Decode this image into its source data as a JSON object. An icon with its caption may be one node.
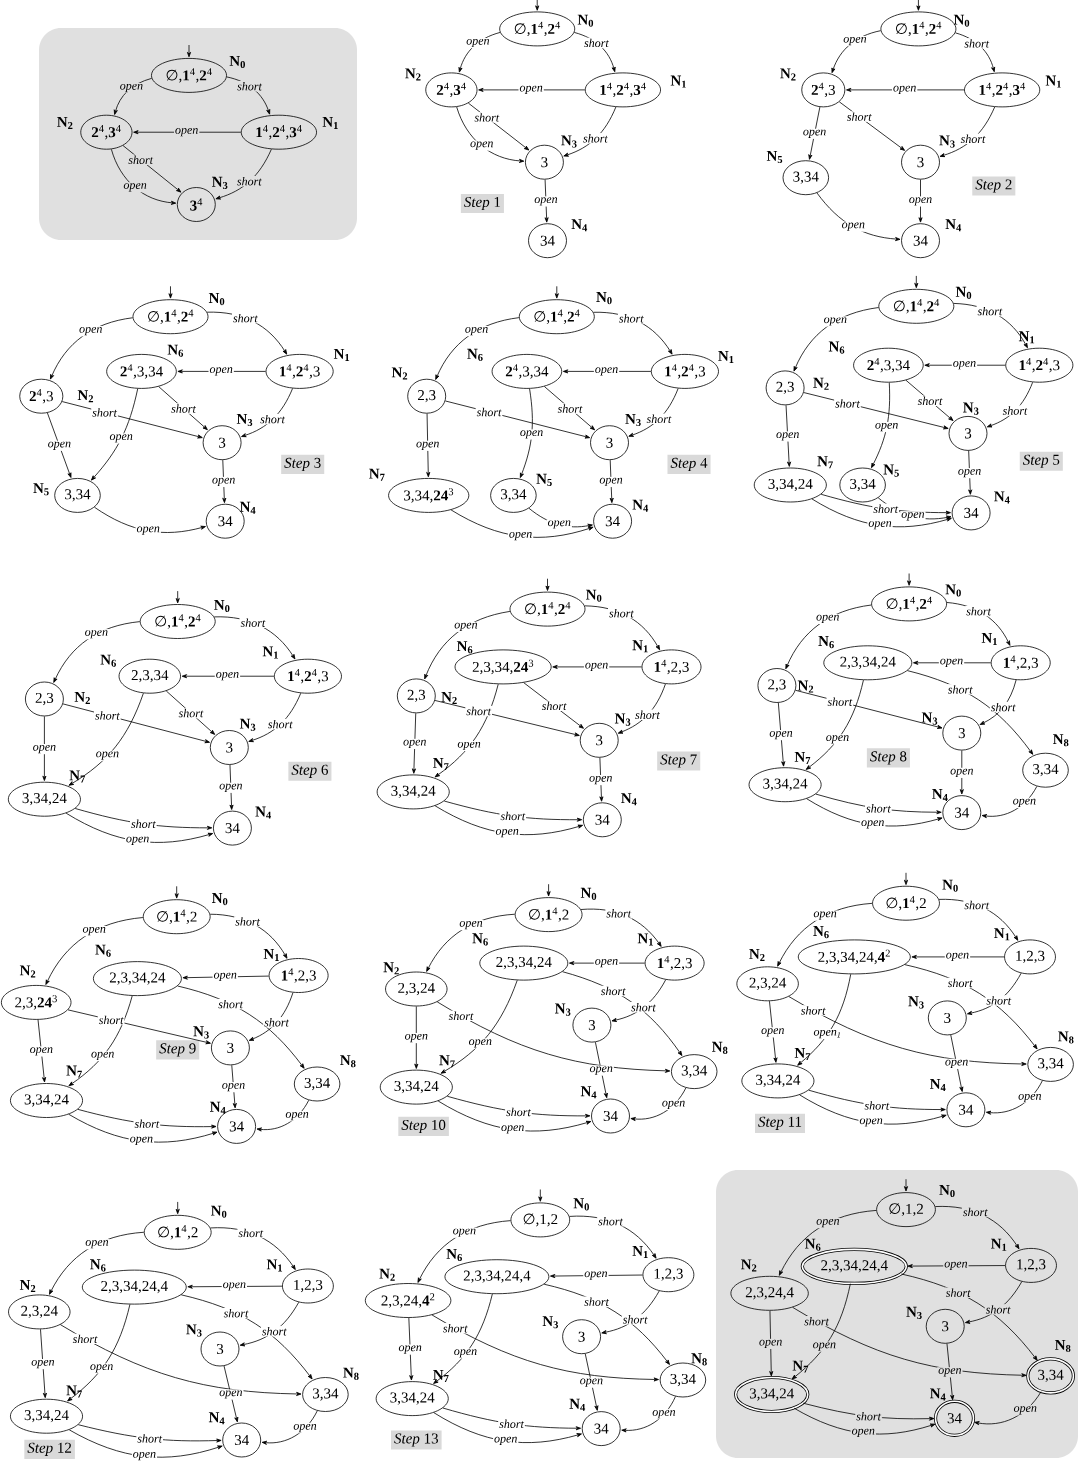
{
  "diagram": {
    "nodes": [
      {
        "text": [],
        "shape": "box"
      },
      {
        "text": [
          "∅,**1**$^{4}$,**2**$^{4}$"
        ],
        "beside": [
          "N$_{0}$"
        ],
        "in": 0
      },
      {
        "text": [
          "**1**$^{4}$,**2**$^{4}$,**3**$^{4}$"
        ],
        "beside": [
          "N$_{1}$"
        ],
        "in": 0
      },
      {
        "text": [
          "**2**$^{4}$,**3**$^{4}$"
        ],
        "beside": [
          "N$_{2}$"
        ],
        "in": 0
      },
      {
        "text": [
          "**3**$^{4}$"
        ],
        "beside": [
          "N$_{3}$"
        ],
        "in": 0
      },
      {
        "text": [
          "∅,**1**$^{4}$,**2**$^{4}$"
        ],
        "beside": [
          "N$_{0}$"
        ]
      },
      {
        "text": [
          "**1**$^{4}$,**2**$^{4}$,**3**$^{4}$"
        ],
        "beside": [
          "N$_{1}$"
        ]
      },
      {
        "text": [
          "**2**$^{4}$,**3**$^{4}$"
        ],
        "beside": [
          "N$_{2}$"
        ]
      },
      {
        "text": [
          "3"
        ],
        "beside": [
          "N$_{3}$"
        ]
      },
      {
        "text": [
          "34"
        ],
        "beside": [
          "N$_{4}$"
        ]
      },
      {
        "text": [
          "*Step* 1"
        ]
      },
      {
        "text": [
          "∅,**1**$^{4}$,**2**$^{4}$"
        ],
        "beside": [
          "N$_{0}$"
        ]
      },
      {
        "text": [
          "**1**$^{4}$,**2**$^{4}$,**3**$^{4}$"
        ],
        "beside": [
          "N$_{1}$"
        ]
      },
      {
        "text": [
          "**2**$^{4}$,3"
        ],
        "beside": [
          "N$_{2}$"
        ]
      },
      {
        "text": [
          "3"
        ],
        "beside": [
          "N$_{3}$"
        ]
      },
      {
        "text": [
          "34"
        ],
        "beside": [
          "N$_{4}$"
        ]
      },
      {
        "text": [
          "3,34"
        ],
        "beside": [
          "N$_{5}$"
        ]
      },
      {
        "text": [
          "*Step* 2"
        ]
      },
      {
        "text": [
          "∅,**1**$^{4}$,**2**$^{4}$"
        ],
        "beside": [
          "N$_{0}$"
        ]
      },
      {
        "text": [
          "**1**$^{4}$,**2**$^{4}$,3"
        ],
        "beside": [
          "N$_{1}$"
        ]
      },
      {
        "text": [
          "**2**$^{4}$,3"
        ],
        "beside": [
          "N$_{2}$"
        ]
      },
      {
        "text": [
          "3"
        ],
        "beside": [
          "N$_{3}$"
        ]
      },
      {
        "text": [
          "34"
        ],
        "beside": [
          "N$_{4}$"
        ]
      },
      {
        "text": [
          "3,34"
        ],
        "beside": [
          "N$_{5}$"
        ]
      },
      {
        "text": [
          "**2**$^{4}$,3,34"
        ],
        "beside": [
          "N$_{6}$"
        ]
      },
      {
        "text": [
          "*Step* 3"
        ]
      },
      {
        "text": [
          "∅,**1**$^{4}$,**2**$^{4}$"
        ],
        "beside": [
          "N$_{0}$"
        ]
      },
      {
        "text": [
          "**1**$^{4}$,**2**$^{4}$,3"
        ],
        "beside": [
          "N$_{1}$"
        ]
      },
      {
        "text": [
          "2,3"
        ],
        "beside": [
          "N$_{2}$"
        ]
      },
      {
        "text": [
          "3"
        ],
        "beside": [
          "N$_{3}$"
        ]
      },
      {
        "text": [
          "34"
        ],
        "beside": [
          "N$_{4}$"
        ]
      },
      {
        "text": [
          "3,34"
        ],
        "beside": [
          "N$_{5}$"
        ]
      },
      {
        "text": [
          "**2**$^{4}$,3,34"
        ],
        "beside": [
          "N$_{6}$"
        ]
      },
      {
        "text": [
          "3,34,**24**$^{3}$"
        ],
        "beside": [
          "N$_{7}$"
        ]
      },
      {
        "text": [
          "*Step* 4"
        ]
      },
      {
        "text": [
          "∅,**1**$^{4}$,**2**$^{4}$"
        ],
        "beside": [
          "N$_{0}$"
        ]
      },
      {
        "text": [
          "**1**$^{4}$,**2**$^{4}$,3"
        ],
        "beside": [
          "N$_{1}$"
        ]
      },
      {
        "text": [
          "2,3"
        ],
        "beside": [
          "N$_{2}$"
        ]
      },
      {
        "text": [
          "3"
        ],
        "beside": [
          "N$_{3}$"
        ]
      },
      {
        "text": [
          "34"
        ],
        "beside": [
          "N$_{4}$"
        ]
      },
      {
        "text": [
          "3,34"
        ],
        "beside": [
          "N$_{5}$"
        ]
      },
      {
        "text": [
          "**2**$^{4}$,3,34"
        ],
        "beside": [
          "N$_{6}$"
        ]
      },
      {
        "text": [
          "3,34,24"
        ],
        "beside": [
          "N$_{7}$"
        ]
      },
      {
        "text": [
          "*Step* 5"
        ]
      },
      {
        "text": [
          "∅,**1**$^{4}$,**2**$^{4}$"
        ],
        "beside": [
          "N$_{0}$"
        ]
      },
      {
        "text": [
          "**1**$^{4}$,**2**$^{4}$,3"
        ],
        "beside": [
          "N$_{1}$"
        ]
      },
      {
        "text": [
          "2,3"
        ],
        "beside": [
          "N$_{2}$"
        ]
      },
      {
        "text": [
          "3"
        ],
        "beside": [
          "N$_{3}$"
        ]
      },
      {
        "text": [
          "34"
        ],
        "beside": [
          "N$_{4}$"
        ]
      },
      {
        "text": [
          "2,3,34"
        ],
        "beside": [
          "N$_{6}$"
        ]
      },
      {
        "text": [
          "3,34,24"
        ],
        "beside": [
          "N$_{7}$"
        ]
      },
      {
        "text": [
          "*Step* 6"
        ]
      },
      {
        "text": [
          "∅,**1**$^{4}$,**2**$^{4}$"
        ],
        "beside": [
          "N$_{0}$"
        ]
      },
      {
        "text": [
          "**1**$^{4}$,2,3"
        ],
        "beside": [
          "N$_{1}$"
        ]
      },
      {
        "text": [
          "2,3"
        ],
        "beside": [
          "N$_{2}$"
        ]
      },
      {
        "text": [
          "3"
        ],
        "beside": [
          "N$_{3}$"
        ]
      },
      {
        "text": [
          "34"
        ],
        "beside": [
          "N$_{4}$"
        ]
      },
      {
        "text": [
          "2,3,34,**24**$^{3}$"
        ],
        "beside": [
          "N$_{6}$"
        ]
      },
      {
        "text": [
          "3,34,24"
        ],
        "beside": [
          "N$_{7}$"
        ]
      },
      {
        "text": [
          "*Step* 7"
        ]
      },
      {
        "text": [
          "∅,**1**$^{4}$,**2**$^{4}$"
        ],
        "beside": [
          "N$_{0}$"
        ]
      },
      {
        "text": [
          "**1**$^{4}$,2,3"
        ],
        "beside": [
          "N$_{1}$"
        ]
      },
      {
        "text": [
          "2,3"
        ],
        "beside": [
          "N$_{2}$"
        ]
      },
      {
        "text": [
          "3"
        ],
        "beside": [
          "N$_{3}$"
        ]
      },
      {
        "text": [
          "34"
        ],
        "beside": [
          "N$_{4}$"
        ]
      },
      {
        "text": [
          "2,3,34,24"
        ],
        "beside": [
          "N$_{6}$"
        ]
      },
      {
        "text": [
          "3,34,24"
        ],
        "beside": [
          "N$_{7}$"
        ]
      },
      {
        "text": [
          "3,34"
        ],
        "beside": [
          "N$_{8}$"
        ]
      },
      {
        "text": [
          "*Step* 8"
        ]
      },
      {
        "text": [
          "∅,**1**$^{4}$,2"
        ],
        "beside": [
          "N$_{0}$"
        ]
      },
      {
        "text": [
          "**1**$^{4}$,2,3"
        ],
        "beside": [
          "N$_{1}$"
        ]
      },
      {
        "text": [
          "2,3,**24**$^{3}$"
        ],
        "beside": [
          "N$_{2}$"
        ]
      },
      {
        "text": [
          "3"
        ],
        "beside": [
          "N$_{3}$"
        ]
      },
      {
        "text": [
          "34"
        ],
        "beside": [
          "N$_{4}$"
        ]
      },
      {
        "text": [
          "2,3,34,24"
        ],
        "beside": [
          "N$_{6}$"
        ]
      },
      {
        "text": [
          "3,34,24"
        ],
        "beside": [
          "N$_{7}$"
        ]
      },
      {
        "text": [
          "3,34"
        ],
        "beside": [
          "N$_{8}$"
        ]
      },
      {
        "text": [
          "*Step* 9"
        ]
      },
      {
        "text": [
          "∅,**1**$^{4}$,2"
        ],
        "beside": [
          "N$_{0}$"
        ]
      },
      {
        "text": [
          "**1**$^{4}$,2,3"
        ],
        "beside": [
          "N$_{1}$"
        ]
      },
      {
        "text": [
          "2,3,24"
        ],
        "beside": [
          "N$_{2}$"
        ]
      },
      {
        "text": [
          "3"
        ],
        "beside": [
          "N$_{3}$"
        ]
      },
      {
        "text": [
          "34"
        ],
        "beside": [
          "N$_{4}$"
        ]
      },
      {
        "text": [
          "2,3,34,24"
        ],
        "beside": [
          "N$_{6}$"
        ]
      },
      {
        "text": [
          "3,34,24"
        ],
        "beside": [
          "N$_{7}$"
        ]
      },
      {
        "text": [
          "3,34"
        ],
        "beside": [
          "N$_{8}$"
        ]
      },
      {
        "text": [
          "*Step* 10"
        ]
      },
      {
        "text": [
          "∅,**1**$^{4}$,2"
        ],
        "beside": [
          "N$_{0}$"
        ]
      },
      {
        "text": [
          "1,2,3"
        ],
        "beside": [
          "N$_{1}$"
        ]
      },
      {
        "text": [
          "2,3,24"
        ],
        "beside": [
          "N$_{2}$"
        ]
      },
      {
        "text": [
          "3"
        ],
        "beside": [
          "N$_{3}$"
        ]
      },
      {
        "text": [
          "34"
        ],
        "beside": [
          "N$_{4}$"
        ]
      },
      {
        "text": [
          "2,3,34,24,**4**$^{2}$"
        ],
        "beside": [
          "N$_{6}$"
        ]
      },
      {
        "text": [
          "3,34,24"
        ],
        "beside": [
          "N$_{7}$"
        ]
      },
      {
        "text": [
          "3,34"
        ],
        "beside": [
          "N$_{8}$"
        ]
      },
      {
        "text": [
          "*Step* 11"
        ]
      },
      {
        "text": [
          "∅,**1**$^{4}$,2"
        ],
        "beside": [
          "N$_{0}$"
        ]
      },
      {
        "text": [
          "1,2,3"
        ],
        "beside": [
          "N$_{1}$"
        ]
      },
      {
        "text": [
          "2,3,24"
        ],
        "beside": [
          "N$_{2}$"
        ]
      },
      {
        "text": [
          "3"
        ],
        "beside": [
          "N$_{3}$"
        ]
      },
      {
        "text": [
          "34"
        ],
        "beside": [
          "N$_{4}$"
        ]
      },
      {
        "text": [
          "2,3,34,24,4"
        ],
        "beside": [
          "N$_{6}$"
        ]
      },
      {
        "text": [
          "3,34,24"
        ],
        "beside": [
          "N$_{7}$"
        ]
      },
      {
        "text": [
          "3,34"
        ],
        "beside": [
          "N$_{8}$"
        ]
      },
      {
        "text": [
          "*Step* 12"
        ]
      },
      {
        "text": [
          "∅,1,2"
        ],
        "beside": [
          "N$_{0}$"
        ]
      },
      {
        "text": [
          "1,2,3"
        ],
        "beside": [
          "N$_{1}$"
        ]
      },
      {
        "text": [
          "2,3,24,**4**$^{2}$"
        ],
        "beside": [
          "N$_{2}$"
        ]
      },
      {
        "text": [
          "3"
        ],
        "beside": [
          "N$_{3}$"
        ]
      },
      {
        "text": [
          "34"
        ],
        "beside": [
          "N$_{4}$"
        ]
      },
      {
        "text": [
          "2,3,34,24,4"
        ],
        "beside": [
          "N$_{6}$"
        ]
      },
      {
        "text": [
          "3,34,24"
        ],
        "beside": [
          "N$_{7}$"
        ]
      },
      {
        "text": [
          "3,34"
        ],
        "beside": [
          "N$_{8}$"
        ]
      },
      {
        "text": [
          "*Step* 13"
        ]
      },
      {
        "text": [],
        "shape": "box"
      },
      {
        "text": [
          "∅,1,2"
        ],
        "beside": [
          "N$_{0}$"
        ],
        "in": 114
      },
      {
        "text": [
          "1,2,3"
        ],
        "beside": [
          "N$_{1}$"
        ],
        "in": 114
      },
      {
        "text": [
          "2,3,24,4"
        ],
        "beside": [
          "N$_{2}$"
        ],
        "in": 114
      },
      {
        "text": [
          "3"
        ],
        "beside": [
          "N$_{3}$"
        ],
        "in": 114
      },
      {
        "text": [
          "34"
        ],
        "beside": [
          "N$_{4}$"
        ],
        "in": 114
      },
      {
        "text": [
          "2,3,34,24,4"
        ],
        "beside": [
          "N$_{6}$"
        ],
        "in": 114
      },
      {
        "text": [
          "3,34,24"
        ],
        "beside": [
          "N$_{7}$"
        ],
        "in": 114
      },
      {
        "text": [
          "3,34"
        ],
        "beside": [
          "N$_{8}$"
        ],
        "in": 114
      }
    ],
    "edges": [
      {
        "from": null,
        "to": 1,
        "arrow": "to"
      },
      {
        "from": 1,
        "to": 3,
        "label": "open",
        "arrow": "to"
      },
      {
        "from": 1,
        "to": 2,
        "label": "short",
        "arrow": "to"
      },
      {
        "from": 2,
        "to": 3,
        "label": "open",
        "arrow": "to"
      },
      {
        "from": 3,
        "to": 4,
        "label": "short",
        "arrow": "to"
      },
      {
        "from": 3,
        "to": 4,
        "label": "open",
        "arrow": "to"
      },
      {
        "from": 2,
        "to": 4,
        "label": "short",
        "arrow": "to"
      },
      {
        "from": null,
        "to": 5,
        "arrow": "to"
      },
      {
        "from": 5,
        "to": 7,
        "label": "open",
        "arrow": "to"
      },
      {
        "from": 5,
        "to": 6,
        "label": "short",
        "arrow": "to"
      },
      {
        "from": 6,
        "to": 7,
        "label": "open",
        "arrow": "to"
      },
      {
        "from": 7,
        "to": 8,
        "label": "short",
        "arrow": "to"
      },
      {
        "from": 7,
        "to": 8,
        "label": "open",
        "arrow": "to"
      },
      {
        "from": 6,
        "to": 8,
        "label": "short",
        "arrow": "to"
      },
      {
        "from": 8,
        "to": 9,
        "label": "open",
        "arrow": "to"
      },
      {
        "from": null,
        "to": 11,
        "arrow": "to"
      },
      {
        "from": 11,
        "to": 13,
        "label": "open",
        "arrow": "to"
      },
      {
        "from": 11,
        "to": 12,
        "label": "short",
        "arrow": "to"
      },
      {
        "from": 12,
        "to": 13,
        "label": "open",
        "arrow": "to"
      },
      {
        "from": 13,
        "to": 16,
        "label": "open",
        "arrow": "to"
      },
      {
        "from": 13,
        "to": 14,
        "label": "short",
        "arrow": "to"
      },
      {
        "from": 12,
        "to": 14,
        "label": "short",
        "arrow": "to"
      },
      {
        "from": 14,
        "to": 15,
        "label": "open",
        "arrow": "to"
      },
      {
        "from": 16,
        "to": 15,
        "label": "open",
        "arrow": "to"
      },
      {
        "from": null,
        "to": 18,
        "arrow": "to"
      },
      {
        "from": 18,
        "to": 20,
        "label": "open",
        "arrow": "to"
      },
      {
        "from": 18,
        "to": 19,
        "label": "short",
        "arrow": "to"
      },
      {
        "from": 19,
        "to": 24,
        "label": "open",
        "arrow": "to"
      },
      {
        "from": 20,
        "to": 23,
        "label": "open",
        "arrow": "to"
      },
      {
        "from": 20,
        "to": 21,
        "label": "short",
        "arrow": "to"
      },
      {
        "from": 24,
        "to": 23,
        "label": "open",
        "arrow": "to"
      },
      {
        "from": 24,
        "to": 21,
        "label": "short",
        "arrow": "to"
      },
      {
        "from": 19,
        "to": 21,
        "label": "short",
        "arrow": "to"
      },
      {
        "from": 21,
        "to": 22,
        "label": "open",
        "arrow": "to"
      },
      {
        "from": 23,
        "to": 22,
        "label": "open",
        "arrow": "to"
      },
      {
        "from": null,
        "to": 26,
        "arrow": "to"
      },
      {
        "from": 26,
        "to": 28,
        "label": "open",
        "arrow": "to"
      },
      {
        "from": 26,
        "to": 27,
        "label": "short",
        "arrow": "to"
      },
      {
        "from": 27,
        "to": 32,
        "label": "open",
        "arrow": "to"
      },
      {
        "from": 32,
        "to": 31,
        "label": "open",
        "arrow": "to"
      },
      {
        "from": 32,
        "to": 29,
        "label": "short",
        "arrow": "to"
      },
      {
        "from": 28,
        "to": 29,
        "label": "short",
        "arrow": "to"
      },
      {
        "from": 27,
        "to": 29,
        "label": "short",
        "arrow": "to"
      },
      {
        "from": 28,
        "to": 33,
        "label": "open",
        "arrow": "to"
      },
      {
        "from": 29,
        "to": 30,
        "label": "open",
        "arrow": "to"
      },
      {
        "from": 31,
        "to": 30,
        "label": "open",
        "arrow": "to"
      },
      {
        "from": 33,
        "to": 30,
        "label": "open",
        "arrow": "to"
      },
      {
        "from": null,
        "to": 35,
        "arrow": "to"
      },
      {
        "from": 35,
        "to": 37,
        "label": "open",
        "arrow": "to"
      },
      {
        "from": 35,
        "to": 36,
        "label": "short",
        "arrow": "to"
      },
      {
        "from": 36,
        "to": 41,
        "label": "open",
        "arrow": "to"
      },
      {
        "from": 41,
        "to": 40,
        "label": "open",
        "arrow": "to"
      },
      {
        "from": 41,
        "to": 38,
        "label": "short",
        "arrow": "to"
      },
      {
        "from": 37,
        "to": 38,
        "label": "short",
        "arrow": "to"
      },
      {
        "from": 36,
        "to": 38,
        "label": "short",
        "arrow": "to"
      },
      {
        "from": 37,
        "to": 42,
        "label": "open",
        "arrow": "to"
      },
      {
        "from": 38,
        "to": 39,
        "label": "open",
        "arrow": "to"
      },
      {
        "from": 40,
        "to": 39,
        "label": "open",
        "arrow": "to"
      },
      {
        "from": 42,
        "to": 39,
        "label": "short",
        "arrow": "to"
      },
      {
        "from": 42,
        "to": 39,
        "label": "open",
        "arrow": "to"
      },
      {
        "from": null,
        "to": 44,
        "arrow": "to"
      },
      {
        "from": 44,
        "to": 46,
        "label": "open",
        "arrow": "to"
      },
      {
        "from": 44,
        "to": 45,
        "label": "short",
        "arrow": "to"
      },
      {
        "from": 45,
        "to": 49,
        "label": "open",
        "arrow": "to"
      },
      {
        "from": 49,
        "to": 50,
        "label": "open",
        "arrow": "to"
      },
      {
        "from": 49,
        "to": 47,
        "label": "short",
        "arrow": "to"
      },
      {
        "from": 46,
        "to": 47,
        "label": "short",
        "arrow": "to"
      },
      {
        "from": 45,
        "to": 47,
        "label": "short",
        "arrow": "to"
      },
      {
        "from": 46,
        "to": 50,
        "label": "open",
        "arrow": "to"
      },
      {
        "from": 47,
        "to": 48,
        "label": "open",
        "arrow": "to"
      },
      {
        "from": 50,
        "to": 48,
        "label": "short",
        "arrow": "to"
      },
      {
        "from": 50,
        "to": 48,
        "label": "open",
        "arrow": "to"
      },
      {
        "from": null,
        "to": 52,
        "arrow": "to"
      },
      {
        "from": 52,
        "to": 54,
        "label": "open",
        "arrow": "to"
      },
      {
        "from": 52,
        "to": 53,
        "label": "short",
        "arrow": "to"
      },
      {
        "from": 53,
        "to": 57,
        "label": "open",
        "arrow": "to"
      },
      {
        "from": 57,
        "to": 58,
        "label": "open",
        "arrow": "to"
      },
      {
        "from": 57,
        "to": 55,
        "label": "short",
        "arrow": "to"
      },
      {
        "from": 54,
        "to": 55,
        "label": "short",
        "arrow": "to"
      },
      {
        "from": 53,
        "to": 55,
        "label": "short",
        "arrow": "to"
      },
      {
        "from": 54,
        "to": 58,
        "label": "open",
        "arrow": "to"
      },
      {
        "from": 55,
        "to": 56,
        "label": "open",
        "arrow": "to"
      },
      {
        "from": 58,
        "to": 56,
        "label": "short",
        "arrow": "to"
      },
      {
        "from": 58,
        "to": 56,
        "label": "open",
        "arrow": "to"
      },
      {
        "from": null,
        "to": 60,
        "arrow": "to"
      },
      {
        "from": 60,
        "to": 62,
        "label": "open",
        "arrow": "to"
      },
      {
        "from": 60,
        "to": 61,
        "label": "short",
        "arrow": "to"
      },
      {
        "from": 61,
        "to": 65,
        "label": "open",
        "arrow": "to"
      },
      {
        "from": 65,
        "to": 66,
        "label": "open",
        "arrow": "to"
      },
      {
        "from": 65,
        "to": 67,
        "label": "short",
        "arrow": "to"
      },
      {
        "from": 62,
        "to": 63,
        "label": "short",
        "arrow": "to"
      },
      {
        "from": 61,
        "to": 63,
        "label": "short",
        "arrow": "to"
      },
      {
        "from": 62,
        "to": 66,
        "label": "open",
        "arrow": "to"
      },
      {
        "from": 63,
        "to": 64,
        "label": "open",
        "arrow": "to"
      },
      {
        "from": 66,
        "to": 64,
        "label": "short",
        "arrow": "to"
      },
      {
        "from": 66,
        "to": 64,
        "label": "open",
        "arrow": "to"
      },
      {
        "from": 67,
        "to": 64,
        "label": "open",
        "arrow": "to"
      },
      {
        "from": null,
        "to": 69,
        "arrow": "to"
      },
      {
        "from": 69,
        "to": 71,
        "label": "open",
        "arrow": "to"
      },
      {
        "from": 69,
        "to": 70,
        "label": "short",
        "arrow": "to"
      },
      {
        "from": 70,
        "to": 74,
        "label": "open",
        "arrow": "to"
      },
      {
        "from": 74,
        "to": 75,
        "label": "open",
        "arrow": "to"
      },
      {
        "from": 74,
        "to": 76,
        "label": "short",
        "arrow": "to"
      },
      {
        "from": 71,
        "to": 72,
        "label": "short",
        "arrow": "to"
      },
      {
        "from": 70,
        "to": 72,
        "label": "short",
        "arrow": "to"
      },
      {
        "from": 71,
        "to": 75,
        "label": "open",
        "arrow": "to"
      },
      {
        "from": 72,
        "to": 73,
        "label": "open",
        "arrow": "to"
      },
      {
        "from": 75,
        "to": 73,
        "label": "short",
        "arrow": "to"
      },
      {
        "from": 75,
        "to": 73,
        "label": "open",
        "arrow": "to"
      },
      {
        "from": 76,
        "to": 73,
        "label": "open",
        "arrow": "to"
      },
      {
        "from": null,
        "to": 78,
        "arrow": "to"
      },
      {
        "from": 78,
        "to": 80,
        "label": "open",
        "arrow": "to"
      },
      {
        "from": 78,
        "to": 79,
        "label": "short",
        "arrow": "to"
      },
      {
        "from": 79,
        "to": 83,
        "label": "open",
        "arrow": "to"
      },
      {
        "from": 83,
        "to": 84,
        "label": "open",
        "arrow": "to"
      },
      {
        "from": 83,
        "to": 85,
        "label": "short",
        "arrow": "to"
      },
      {
        "from": 80,
        "to": 85,
        "label": "short",
        "arrow": "to"
      },
      {
        "from": 79,
        "to": 81,
        "label": "short",
        "arrow": "to"
      },
      {
        "from": 80,
        "to": 84,
        "label": "open",
        "arrow": "to"
      },
      {
        "from": 81,
        "to": 82,
        "label": "open",
        "arrow": "to"
      },
      {
        "from": 84,
        "to": 82,
        "label": "short",
        "arrow": "to"
      },
      {
        "from": 84,
        "to": 82,
        "label": "open",
        "arrow": "to"
      },
      {
        "from": 85,
        "to": 82,
        "label": "open",
        "arrow": "to"
      },
      {
        "from": null,
        "to": 87,
        "arrow": "to"
      },
      {
        "from": 87,
        "to": 89,
        "label": "open",
        "arrow": "to"
      },
      {
        "from": 87,
        "to": 88,
        "label": "short",
        "arrow": "to"
      },
      {
        "from": 88,
        "to": 92,
        "label": "open",
        "arrow": "to"
      },
      {
        "from": 92,
        "to": 93,
        "label": "open$_{1}$",
        "arrow": "to"
      },
      {
        "from": 92,
        "to": 94,
        "label": "short",
        "arrow": "to"
      },
      {
        "from": 89,
        "to": 94,
        "label": "short",
        "arrow": "to"
      },
      {
        "from": 88,
        "to": 90,
        "label": "short",
        "arrow": "to"
      },
      {
        "from": 89,
        "to": 93,
        "label": "open",
        "arrow": "to"
      },
      {
        "from": 90,
        "to": 91,
        "label": "open",
        "arrow": "to"
      },
      {
        "from": 93,
        "to": 91,
        "label": "short",
        "arrow": "to"
      },
      {
        "from": 93,
        "to": 91,
        "label": "open",
        "arrow": "to"
      },
      {
        "from": 94,
        "to": 91,
        "label": "open",
        "arrow": "to"
      },
      {
        "from": null,
        "to": 96,
        "arrow": "to"
      },
      {
        "from": 96,
        "to": 98,
        "label": "open",
        "arrow": "to"
      },
      {
        "from": 96,
        "to": 97,
        "label": "short",
        "arrow": "to"
      },
      {
        "from": 97,
        "to": 101,
        "label": "open",
        "arrow": "to"
      },
      {
        "from": 101,
        "to": 102,
        "label": "open",
        "arrow": "to"
      },
      {
        "from": 101,
        "to": 103,
        "label": "short",
        "arrow": "to"
      },
      {
        "from": 98,
        "to": 103,
        "label": "short",
        "arrow": "to"
      },
      {
        "from": 97,
        "to": 99,
        "label": "short",
        "arrow": "to"
      },
      {
        "from": 98,
        "to": 102,
        "label": "open",
        "arrow": "to"
      },
      {
        "from": 99,
        "to": 100,
        "label": "open",
        "arrow": "to"
      },
      {
        "from": 102,
        "to": 100,
        "label": "short",
        "arrow": "to"
      },
      {
        "from": 102,
        "to": 100,
        "label": "open",
        "arrow": "to"
      },
      {
        "from": 103,
        "to": 100,
        "label": "open",
        "arrow": "to"
      },
      {
        "from": null,
        "to": 105,
        "arrow": "to"
      },
      {
        "from": 105,
        "to": 107,
        "label": "open",
        "arrow": "to"
      },
      {
        "from": 105,
        "to": 106,
        "label": "short",
        "arrow": "to"
      },
      {
        "from": 106,
        "to": 110,
        "label": "open",
        "arrow": "to"
      },
      {
        "from": 110,
        "to": 111,
        "label": "open",
        "arrow": "to"
      },
      {
        "from": 110,
        "to": 112,
        "label": "short",
        "arrow": "to"
      },
      {
        "from": 107,
        "to": 112,
        "label": "short",
        "arrow": "to"
      },
      {
        "from": 106,
        "to": 108,
        "label": "short",
        "arrow": "to"
      },
      {
        "from": 107,
        "to": 111,
        "label": "open",
        "arrow": "to"
      },
      {
        "from": 108,
        "to": 109,
        "label": "open",
        "arrow": "to"
      },
      {
        "from": 111,
        "to": 109,
        "label": "short",
        "arrow": "to"
      },
      {
        "from": 111,
        "to": 109,
        "label": "open",
        "arrow": "to"
      },
      {
        "from": 112,
        "to": 109,
        "label": "open",
        "arrow": "to"
      },
      {
        "from": null,
        "to": 115,
        "arrow": "to"
      },
      {
        "from": 115,
        "to": 117,
        "label": "open",
        "arrow": "to"
      },
      {
        "from": 115,
        "to": 116,
        "label": "short",
        "arrow": "to"
      },
      {
        "from": 116,
        "to": 120,
        "label": "open",
        "arrow": "to"
      },
      {
        "from": 120,
        "to": 121,
        "label": "open",
        "arrow": "to"
      },
      {
        "from": 120,
        "to": 122,
        "label": "short",
        "arrow": "to"
      },
      {
        "from": 117,
        "to": 122,
        "label": "short",
        "arrow": "to"
      },
      {
        "from": 116,
        "to": 118,
        "label": "short",
        "arrow": "to"
      },
      {
        "from": 117,
        "to": 121,
        "label": "open",
        "arrow": "to"
      },
      {
        "from": 118,
        "to": 119,
        "label": "open",
        "arrow": "to"
      },
      {
        "from": 121,
        "to": 119,
        "label": "short",
        "arrow": "to"
      },
      {
        "from": 121,
        "to": 119,
        "label": "open",
        "arrow": "to"
      },
      {
        "from": 122,
        "to": 119,
        "label": "open",
        "arrow": "to"
      }
    ]
  }
}
